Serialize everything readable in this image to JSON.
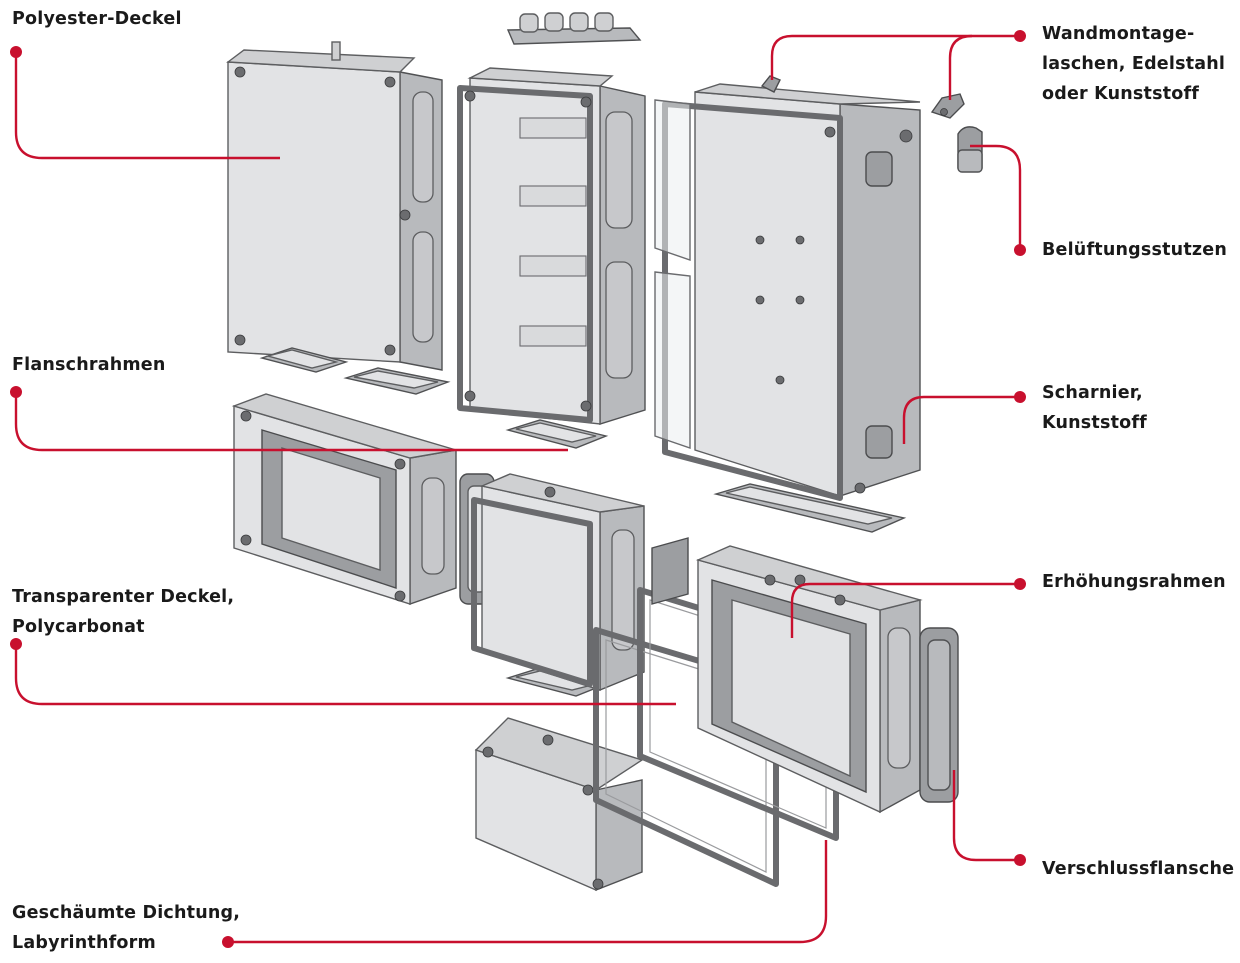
{
  "labels": {
    "polyester_lid": "Polyester-Deckel",
    "flange_frame": "Flanschrahmen",
    "transparent_lid_line1": "Transparenter Deckel,",
    "transparent_lid_line2": "Polycarbonat",
    "foamed_gasket_line1": "Geschäumte Dichtung,",
    "foamed_gasket_line2": "Labyrinthform",
    "wall_brackets_line1": "Wandmontage-",
    "wall_brackets_line2": "laschen, Edelstahl",
    "wall_brackets_line3": "oder Kunststoff",
    "vent_plug": "Belüftungsstutzen",
    "hinge_line1": "Scharnier,",
    "hinge_line2": "Kunststoff",
    "raising_frame": "Erhöhungsrahmen",
    "closing_flanges": "Verschlussflansche"
  },
  "colors": {
    "leader": "#c8102e",
    "text": "#1a1a1a"
  }
}
